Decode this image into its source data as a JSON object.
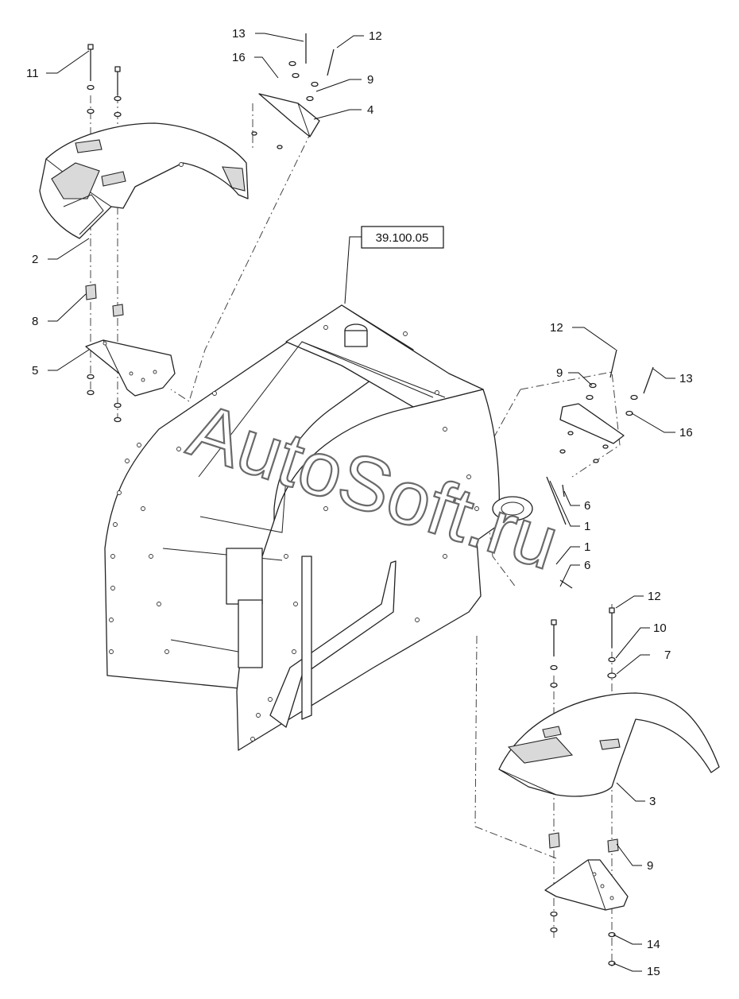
{
  "diagram": {
    "reference_box": "39.100.05",
    "watermark": "AutoSoft.ru",
    "callouts": [
      {
        "id": "c11",
        "label": "11"
      },
      {
        "id": "c13a",
        "label": "13"
      },
      {
        "id": "c12a",
        "label": "12"
      },
      {
        "id": "c16a",
        "label": "16"
      },
      {
        "id": "c9a",
        "label": "9"
      },
      {
        "id": "c4",
        "label": "4"
      },
      {
        "id": "c2",
        "label": "2"
      },
      {
        "id": "c8",
        "label": "8"
      },
      {
        "id": "c5",
        "label": "5"
      },
      {
        "id": "c12b",
        "label": "12"
      },
      {
        "id": "c9b",
        "label": "9"
      },
      {
        "id": "c13b",
        "label": "13"
      },
      {
        "id": "c16b",
        "label": "16"
      },
      {
        "id": "c6a",
        "label": "6"
      },
      {
        "id": "c1a",
        "label": "1"
      },
      {
        "id": "c1b",
        "label": "1"
      },
      {
        "id": "c6b",
        "label": "6"
      },
      {
        "id": "c12c",
        "label": "12"
      },
      {
        "id": "c10",
        "label": "10"
      },
      {
        "id": "c7",
        "label": "7"
      },
      {
        "id": "c3",
        "label": "3"
      },
      {
        "id": "c9c",
        "label": "9"
      },
      {
        "id": "c14",
        "label": "14"
      },
      {
        "id": "c15",
        "label": "15"
      }
    ]
  }
}
